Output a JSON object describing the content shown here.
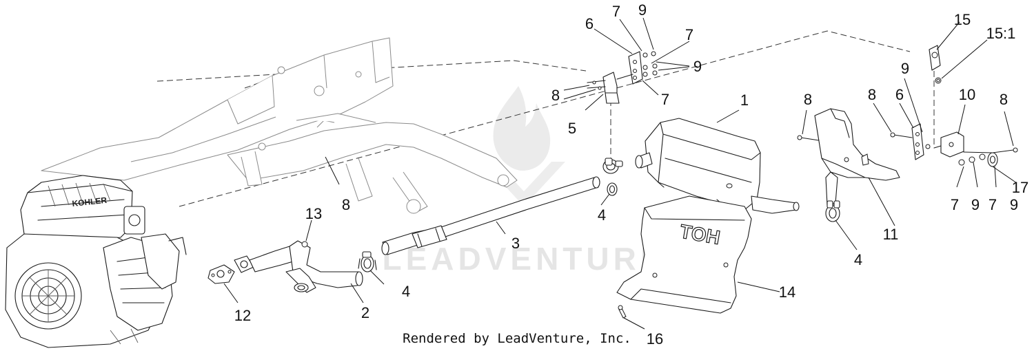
{
  "diagram": {
    "callouts": [
      {
        "id": "c1",
        "label": "1"
      },
      {
        "id": "c2",
        "label": "2"
      },
      {
        "id": "c3",
        "label": "3"
      },
      {
        "id": "c4a",
        "label": "4"
      },
      {
        "id": "c4b",
        "label": "4"
      },
      {
        "id": "c4c",
        "label": "4"
      },
      {
        "id": "c5",
        "label": "5"
      },
      {
        "id": "c6a",
        "label": "6"
      },
      {
        "id": "c6b",
        "label": "6"
      },
      {
        "id": "c7a",
        "label": "7"
      },
      {
        "id": "c7b",
        "label": "7"
      },
      {
        "id": "c7c",
        "label": "7"
      },
      {
        "id": "c7d",
        "label": "7"
      },
      {
        "id": "c7e",
        "label": "7"
      },
      {
        "id": "c8a",
        "label": "8"
      },
      {
        "id": "c8b",
        "label": "8"
      },
      {
        "id": "c8c",
        "label": "8"
      },
      {
        "id": "c8d",
        "label": "8"
      },
      {
        "id": "c8e",
        "label": "8"
      },
      {
        "id": "c9a",
        "label": "9"
      },
      {
        "id": "c9b",
        "label": "9"
      },
      {
        "id": "c9c",
        "label": "9"
      },
      {
        "id": "c9d",
        "label": "9"
      },
      {
        "id": "c9e",
        "label": "9"
      },
      {
        "id": "c10",
        "label": "10"
      },
      {
        "id": "c11",
        "label": "11"
      },
      {
        "id": "c12",
        "label": "12"
      },
      {
        "id": "c13",
        "label": "13"
      },
      {
        "id": "c14",
        "label": "14"
      },
      {
        "id": "c15",
        "label": "15"
      },
      {
        "id": "c151",
        "label": "15:1"
      },
      {
        "id": "c16",
        "label": "16"
      },
      {
        "id": "c17",
        "label": "17"
      }
    ],
    "engine_brand": "KOHLER",
    "heat_shield_emboss": "TOH",
    "watermark": "LEADVENTURE",
    "credit": "Rendered by LeadVenture, Inc."
  }
}
